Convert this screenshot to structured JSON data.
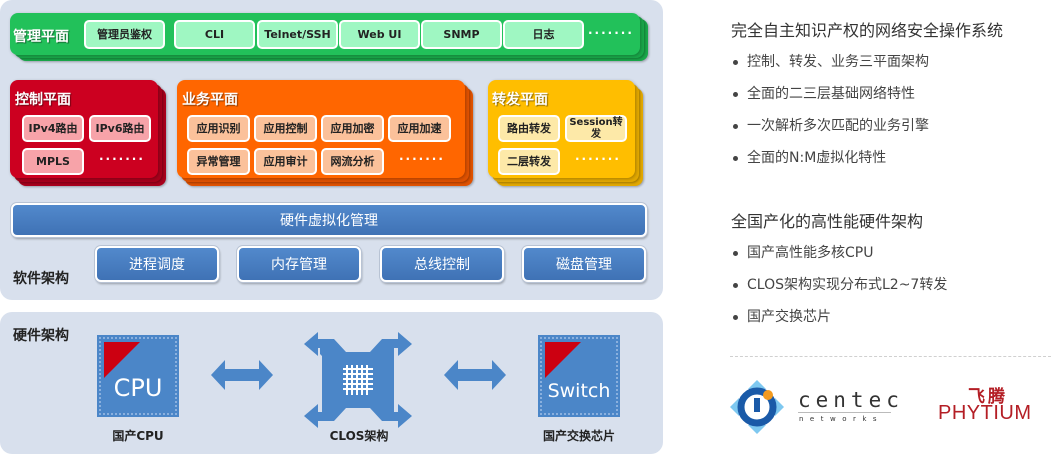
{
  "software_arch": {
    "label": "软件架构",
    "management_plane": {
      "title": "管理平面",
      "items": [
        "管理员鉴权",
        "CLI",
        "Telnet/SSH",
        "Web UI",
        "SNMP",
        "日志"
      ],
      "more": "·······",
      "color": "#22c15a"
    },
    "control_plane": {
      "title": "控制平面",
      "items": [
        "IPv4路由",
        "IPv6路由",
        "MPLS"
      ],
      "more": "·······",
      "color": "#cc0020"
    },
    "business_plane": {
      "title": "业务平面",
      "items": [
        "应用识别",
        "应用控制",
        "应用加密",
        "应用加速",
        "异常管理",
        "应用审计",
        "网流分析"
      ],
      "more": "·······",
      "color": "#ff6600"
    },
    "forwarding_plane": {
      "title": "转发平面",
      "items": [
        "路由转发",
        "Session转发",
        "二层转发"
      ],
      "more": "·······",
      "color": "#ffbe00"
    },
    "hw_virtualization": "硬件虚拟化管理",
    "subsystems": [
      "进程调度",
      "内存管理",
      "总线控制",
      "磁盘管理"
    ]
  },
  "hardware_arch": {
    "label": "硬件架构",
    "cpu": {
      "chip_text": "CPU",
      "caption": "国产CPU"
    },
    "clos": {
      "caption": "CLOS架构"
    },
    "switch": {
      "chip_text": "Switch",
      "caption": "国产交换芯片"
    }
  },
  "features": [
    {
      "heading": "完全自主知识产权的网络安全操作系统",
      "bullets": [
        "控制、转发、业务三平面架构",
        "全面的二三层基础网络特性",
        "一次解析多次匹配的业务引擎",
        "全面的N:M虚拟化特性"
      ]
    },
    {
      "heading": "全国产化的高性能硬件架构",
      "bullets": [
        "国产高性能多核CPU",
        "CLOS架构实现分布式L2~7转发",
        "国产交换芯片"
      ]
    }
  ],
  "logos": {
    "centec": {
      "name": "centec",
      "sub": "networks"
    },
    "phytium": {
      "cn": "飞腾",
      "en": "PHYTIUM",
      "color": "#b41e25"
    }
  }
}
